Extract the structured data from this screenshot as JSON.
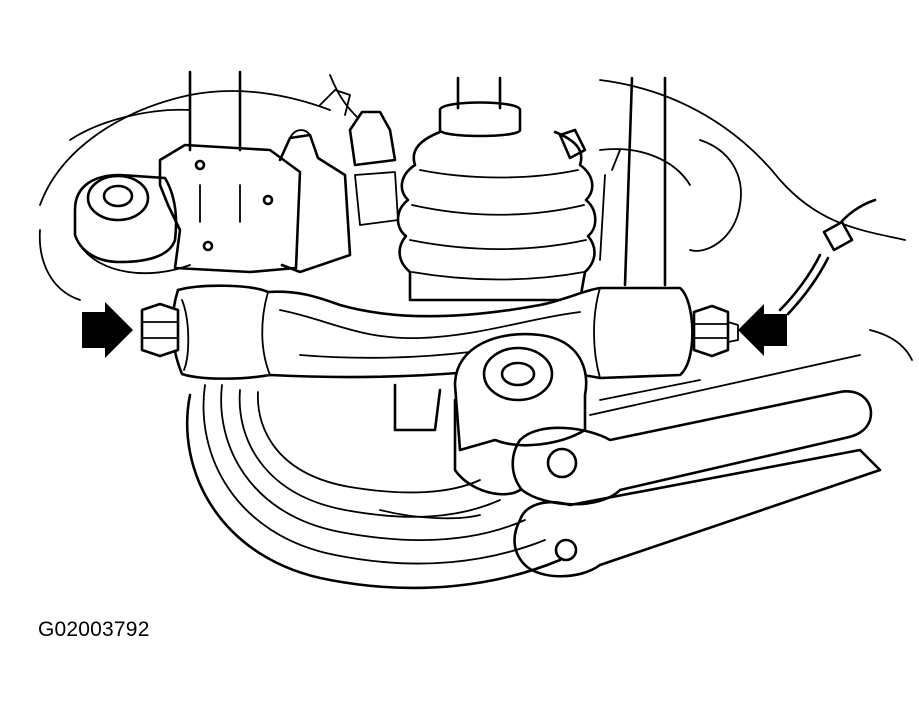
{
  "figure": {
    "code": "G02003792",
    "ink_color": "#000000",
    "paper_color": "#ffffff"
  },
  "callouts": [
    {
      "id": "left-bolt-arrow",
      "icon": "arrow-right-icon",
      "points": "right"
    },
    {
      "id": "right-bolt-arrow",
      "icon": "arrow-left-icon",
      "points": "left"
    }
  ]
}
